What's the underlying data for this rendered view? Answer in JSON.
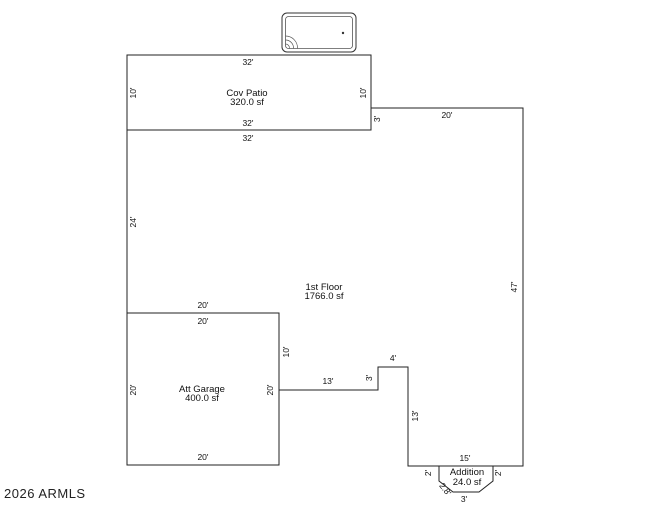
{
  "rooms": {
    "patio": {
      "name": "Cov Patio",
      "area": "320.0 sf"
    },
    "floor": {
      "name": "1st Floor",
      "area": "1766.0 sf"
    },
    "garage": {
      "name": "Att Garage",
      "area": "400.0 sf"
    },
    "addition": {
      "name": "Addition",
      "area": "24.0 sf"
    }
  },
  "dims": {
    "patio_top": "32'",
    "patio_left": "10'",
    "patio_right": "10'",
    "patio_bottom": "32'",
    "floor_top_left": "32'",
    "step_3a": "3'",
    "floor_top_right": "20'",
    "floor_left": "24'",
    "floor_right": "47'",
    "garage_top_outer": "20'",
    "garage_top_inner": "20'",
    "garage_left": "20'",
    "garage_right": "20'",
    "garage_bottom": "20'",
    "floor_notch_10": "10'",
    "floor_13h": "13'",
    "step_3b": "3'",
    "bump_4": "4'",
    "floor_13v": "13'",
    "floor_15": "15'",
    "add_left": "2'",
    "add_right": "2'",
    "add_diag": "2.8'",
    "add_bottom": "3'"
  },
  "footer": {
    "copyright": "2026 ARMLS"
  }
}
